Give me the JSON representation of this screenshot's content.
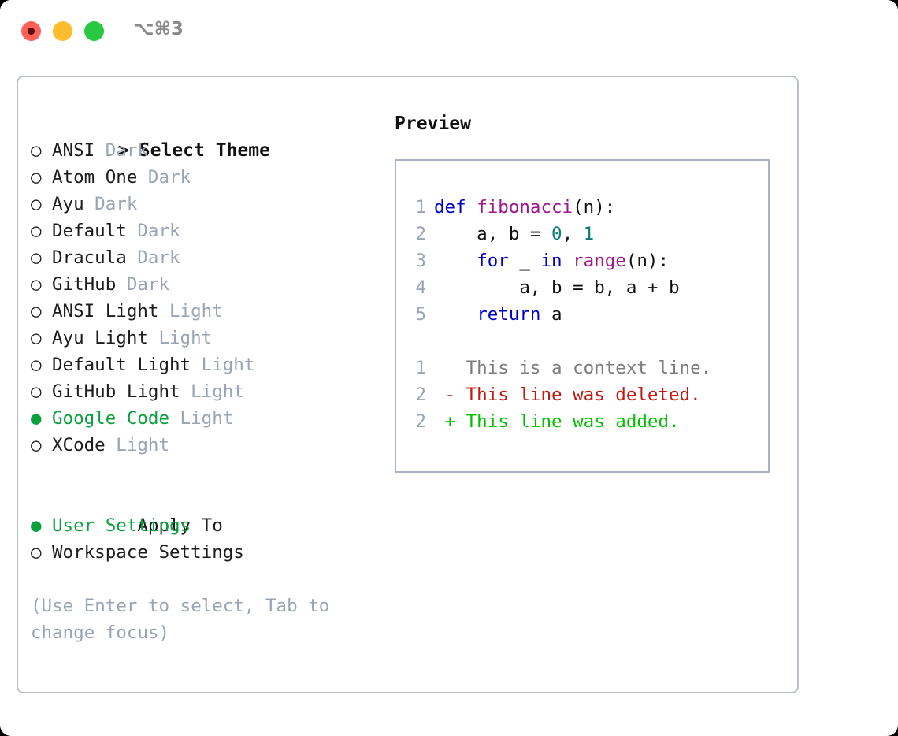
{
  "window": {
    "shortcut": "⌥⌘3",
    "traffic_lights": [
      {
        "name": "close",
        "color": "#ff6057"
      },
      {
        "name": "minimize",
        "color": "#ffbd2e"
      },
      {
        "name": "zoom",
        "color": "#28c840"
      }
    ]
  },
  "theme_picker": {
    "heading_caret": ">",
    "heading": "Select Theme",
    "marker_unselected": "○",
    "marker_selected": "●",
    "selected_theme": "Google Code",
    "accent_color": "#0aa13c",
    "muted_color": "#9aa4b4",
    "items": [
      {
        "label": "ANSI",
        "suffix": "Dark",
        "selected": false
      },
      {
        "label": "Atom One",
        "suffix": "Dark",
        "selected": false
      },
      {
        "label": "Ayu",
        "suffix": "Dark",
        "selected": false
      },
      {
        "label": "Default",
        "suffix": "Dark",
        "selected": false
      },
      {
        "label": "Dracula",
        "suffix": "Dark",
        "selected": false
      },
      {
        "label": "GitHub",
        "suffix": "Dark",
        "selected": false
      },
      {
        "label": "ANSI Light",
        "suffix": "Light",
        "selected": false
      },
      {
        "label": "Ayu Light",
        "suffix": "Light",
        "selected": false
      },
      {
        "label": "Default Light",
        "suffix": "Light",
        "selected": false
      },
      {
        "label": "GitHub Light",
        "suffix": "Light",
        "selected": false
      },
      {
        "label": "Google Code",
        "suffix": "Light",
        "selected": true
      },
      {
        "label": "XCode",
        "suffix": "Light",
        "selected": false
      }
    ]
  },
  "apply_to": {
    "heading": "Apply To",
    "selected_option": "User Settings",
    "options": [
      {
        "label": "User Settings",
        "selected": true
      },
      {
        "label": "Workspace Settings",
        "selected": false
      }
    ]
  },
  "hint": "(Use Enter to select, Tab to change focus)",
  "preview": {
    "title": "Preview",
    "code_lines": [
      {
        "number": "1",
        "tokens": [
          {
            "text": "def",
            "kind": "kw"
          },
          {
            "text": " ",
            "kind": "pl"
          },
          {
            "text": "fibonacci",
            "kind": "fn"
          },
          {
            "text": "(n):",
            "kind": "pl"
          }
        ]
      },
      {
        "number": "2",
        "tokens": [
          {
            "text": "    a, b = ",
            "kind": "pl"
          },
          {
            "text": "0",
            "kind": "num"
          },
          {
            "text": ", ",
            "kind": "pl"
          },
          {
            "text": "1",
            "kind": "num"
          }
        ]
      },
      {
        "number": "3",
        "tokens": [
          {
            "text": "    ",
            "kind": "pl"
          },
          {
            "text": "for",
            "kind": "kw"
          },
          {
            "text": " _ ",
            "kind": "pl"
          },
          {
            "text": "in",
            "kind": "kw"
          },
          {
            "text": " ",
            "kind": "pl"
          },
          {
            "text": "range",
            "kind": "fn"
          },
          {
            "text": "(n):",
            "kind": "pl"
          }
        ]
      },
      {
        "number": "4",
        "tokens": [
          {
            "text": "        a, b = b, a + b",
            "kind": "pl"
          }
        ]
      },
      {
        "number": "5",
        "tokens": [
          {
            "text": "    ",
            "kind": "pl"
          },
          {
            "text": "return",
            "kind": "kw"
          },
          {
            "text": " a",
            "kind": "pl"
          }
        ]
      }
    ],
    "diff_lines": [
      {
        "number": "1",
        "prefix": " ",
        "text": "This is a context line.",
        "kind": "ctx"
      },
      {
        "number": "2",
        "prefix": "-",
        "text": "This line was deleted.",
        "kind": "del"
      },
      {
        "number": "2",
        "prefix": "+",
        "text": "This line was added.",
        "kind": "add"
      }
    ],
    "syntax_colors": {
      "keyword": "#0000cc",
      "function": "#a0148c",
      "number": "#0d7d77",
      "plain": "#111111",
      "line_number": "#9aa4b4",
      "diff_context": "#7c7c7c",
      "diff_deleted": "#c0190f",
      "diff_added": "#00c000"
    }
  }
}
